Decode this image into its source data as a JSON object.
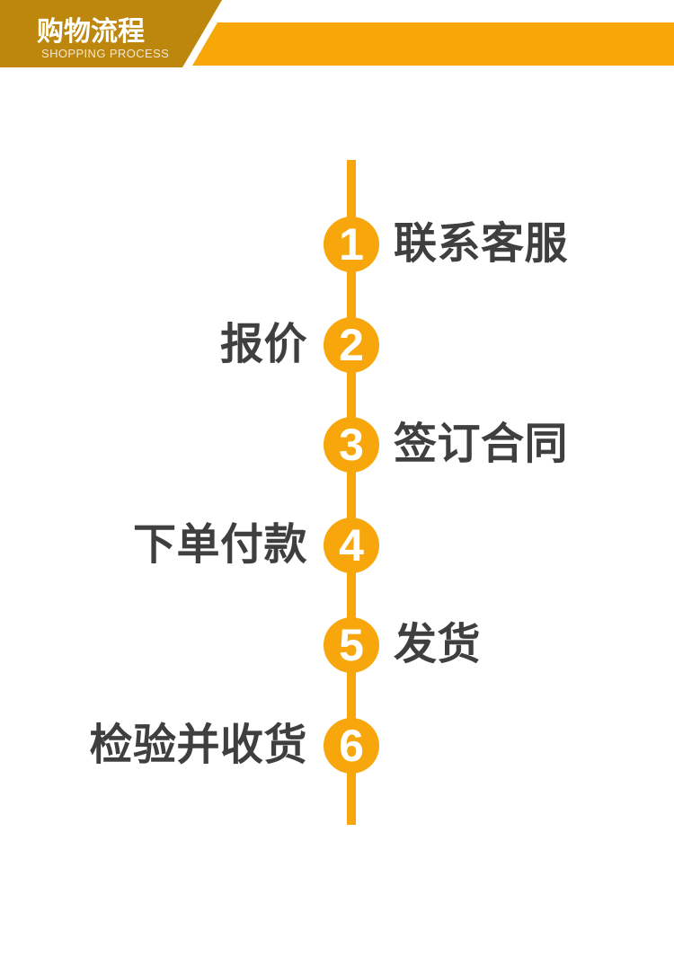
{
  "header": {
    "title": "购物流程",
    "subtitle": "SHOPPING PROCESS",
    "dark_color": "#bd860d",
    "light_color": "#f7a708"
  },
  "timeline": {
    "line_color": "#f7a70b",
    "label_color": "#3f3f3f",
    "steps": [
      {
        "number": "1",
        "label": "联系客服",
        "side": "right"
      },
      {
        "number": "2",
        "label": "报价",
        "side": "left"
      },
      {
        "number": "3",
        "label": "签订合同",
        "side": "right"
      },
      {
        "number": "4",
        "label": "下单付款",
        "side": "left"
      },
      {
        "number": "5",
        "label": "发货",
        "side": "right"
      },
      {
        "number": "6",
        "label": "检验并收货",
        "side": "left"
      }
    ]
  }
}
